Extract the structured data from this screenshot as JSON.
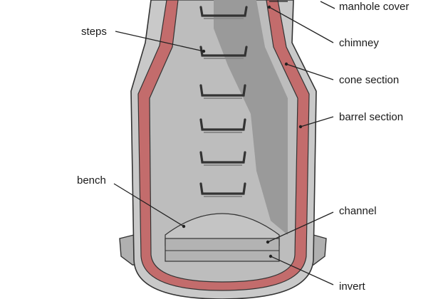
{
  "labels": {
    "manhole_cover": "manhole cover",
    "chimney": "chimney",
    "cone_section": "cone section",
    "barrel_section": "barrel section",
    "steps": "steps",
    "bench": "bench",
    "channel": "channel",
    "invert": "invert"
  },
  "colors": {
    "concrete_outer": "#c9c9c9",
    "wall": "#c36c6c",
    "interior": "#b8b8b8",
    "shadow": "#999999",
    "bench": "#bdbdbd",
    "outline": "#333333"
  }
}
